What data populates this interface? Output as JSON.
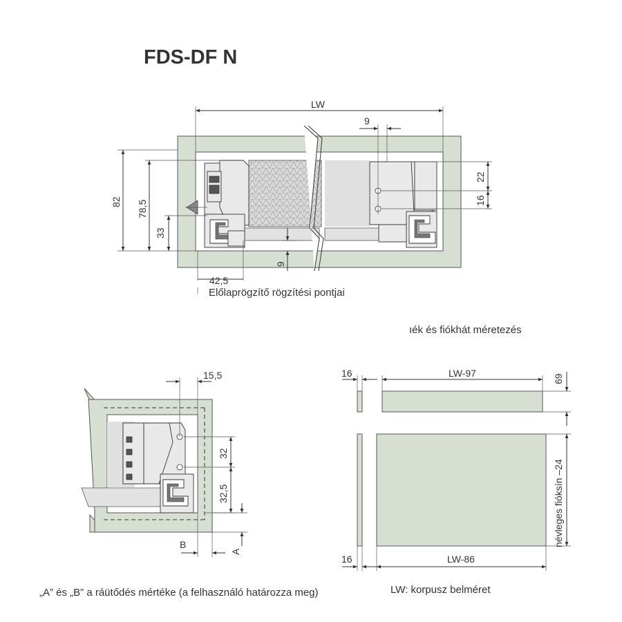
{
  "title": "FDS-DF N",
  "top_view": {
    "dim_lw": "LW",
    "dim_9_top": "9",
    "dim_82": "82",
    "dim_78_5": "78,5",
    "dim_33": "33",
    "dim_22": "22",
    "dim_16": "16",
    "dim_9_bottom": "9",
    "dim_42_5": "42,5",
    "caption": "Előlaprögzítő rögzítési pontjai"
  },
  "section_heading": "ıék és fiókhát méretezés",
  "detail_view": {
    "dim_15_5": "15,5",
    "dim_32": "32",
    "dim_32_5": "32,5",
    "label_b": "B",
    "label_a": "A",
    "caption": "„A” és „B” a ráütődés mértéke (a felhasználó határozza meg)"
  },
  "panels_view": {
    "dim_16_top": "16",
    "dim_lw_97": "LW-97",
    "dim_69": "69",
    "dim_side": "névleges fióksín –24",
    "dim_16_bottom": "16",
    "dim_lw_86": "LW-86",
    "caption": "LW: korpusz belméret"
  },
  "colors": {
    "board": "#d6dfd2",
    "line": "#333333",
    "text": "#333333"
  }
}
